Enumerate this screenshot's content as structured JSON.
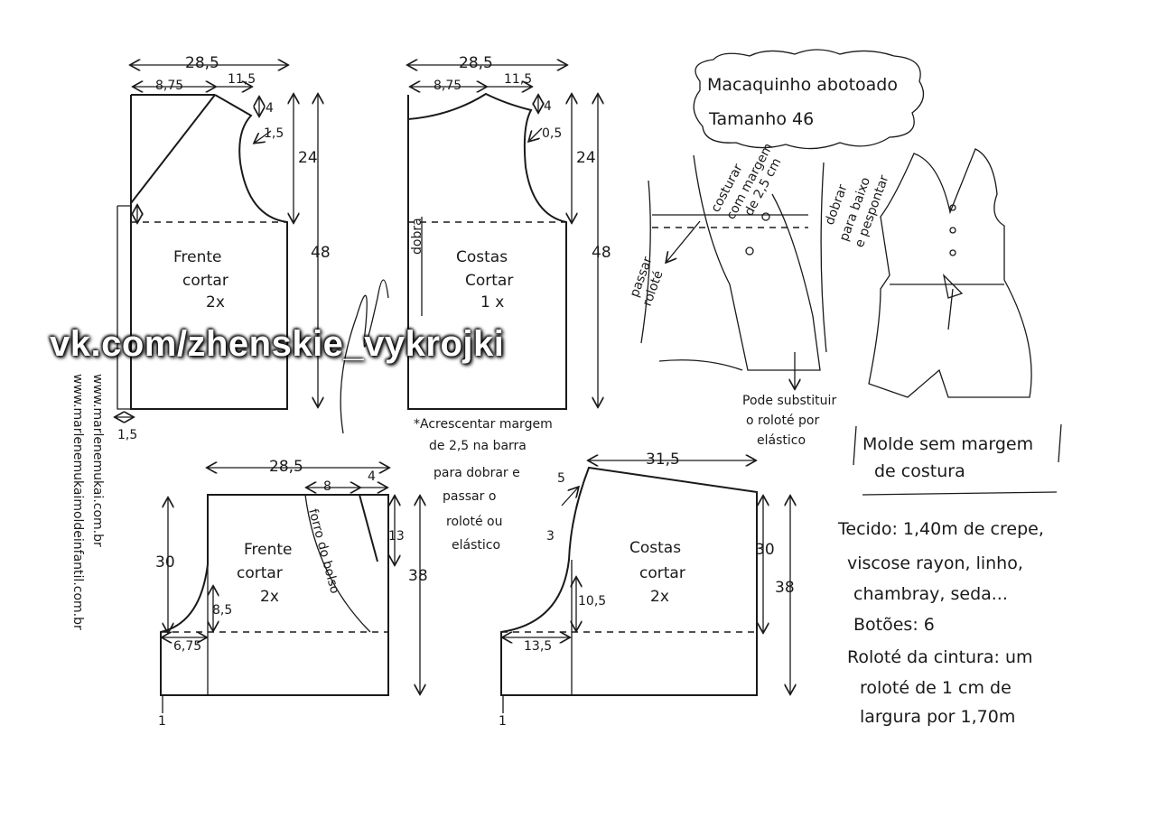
{
  "title": {
    "line1": "Macaquinho abotoado",
    "line2": "Tamanho 46"
  },
  "websites": [
    "www.marlenemukai.com.br",
    "www.marlenemukaimoldeinfantil.com.br"
  ],
  "watermark": "vk.com/zhenskie_vykrojki",
  "front_bodice": {
    "width": "28,5",
    "shoulder_start": "8,75",
    "shoulder": "11,5",
    "shoulder_drop": "4",
    "armhole_depth": "1,5",
    "armhole": "24",
    "length": "48",
    "extension": "1,5",
    "label": "Frente",
    "cut": "cortar",
    "qty": "2x"
  },
  "back_bodice": {
    "width": "28,5",
    "shoulder_start": "8,75",
    "shoulder": "11,5",
    "shoulder_drop": "4",
    "armhole_depth": "0,5",
    "armhole": "24",
    "length": "48",
    "fold": "dobra",
    "label": "Costas",
    "cut": "Cortar",
    "qty": "1 x"
  },
  "hem_note": [
    "*Acrescentar margem",
    "de 2,5 na barra",
    "para dobrar e",
    "passar o",
    "roloté ou",
    "elástico"
  ],
  "front_shorts": {
    "width": "28,5",
    "pocket_top": "8",
    "pocket_width": "4",
    "pocket_depth": "13",
    "rise": "30",
    "length": "38",
    "crotch_height": "8,5",
    "crotch_ext": "6,75",
    "hem_offset": "1",
    "label": "Frente",
    "cut": "cortar",
    "qty": "2x",
    "pocket_label": "forro do bolso"
  },
  "back_shorts": {
    "width": "31,5",
    "rise_top": "5",
    "rise_offset": "3",
    "rise": "30",
    "length": "38",
    "crotch_height": "10,5",
    "crotch_ext": "13,5",
    "hem_offset": "1",
    "label": "Costas",
    "cut": "cortar",
    "qty": "2x"
  },
  "illustration_notes": {
    "sew": [
      "costurar",
      "com margem",
      "de 2,5 cm"
    ],
    "fold": [
      "dobrar",
      "para baixo",
      "e pespontar"
    ],
    "pass": [
      "passar",
      "roloté"
    ],
    "substitute": [
      "Pode substituir",
      "o roloté por",
      "elástico"
    ]
  },
  "no_seam": [
    "Molde sem margem",
    "de costura"
  ],
  "materials": [
    "Tecido: 1,40m de crepe,",
    "viscose rayon, linho,",
    "chambray, seda...",
    "Botões: 6",
    "Roloté da cintura: um",
    "roloté de 1 cm de",
    "largura por 1,70m"
  ]
}
